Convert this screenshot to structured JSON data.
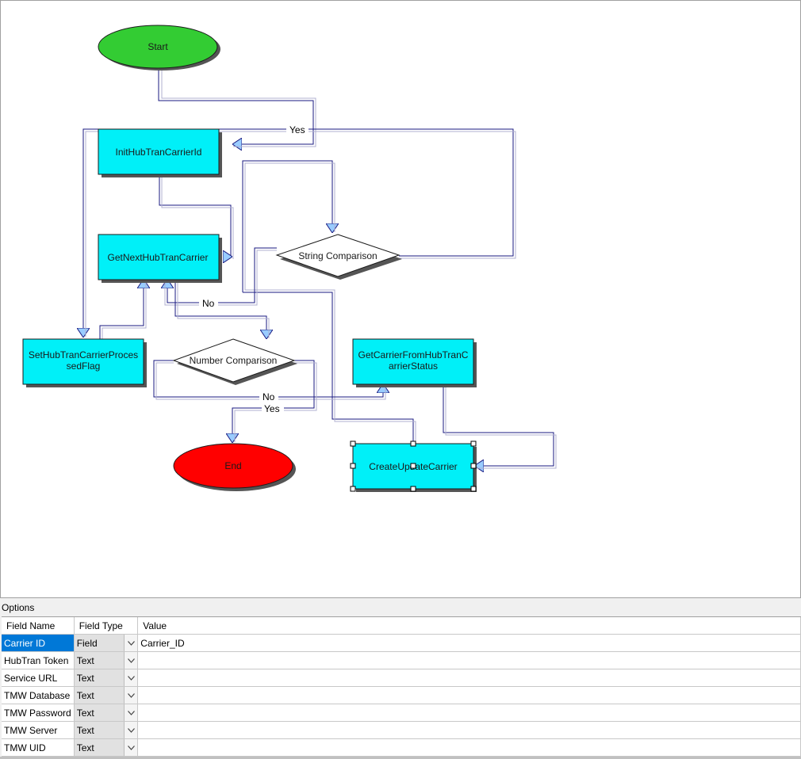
{
  "flowchart": {
    "nodes": {
      "start": "Start",
      "init": "InitHubTranCarrierId",
      "get_next": "GetNextHubTranCarrier",
      "string_comp": "String Comparison",
      "set_flag_line1": "SetHubTranCarrierProces",
      "set_flag_line2": "sedFlag",
      "number_comp": "Number Comparison",
      "get_carrier_line1": "GetCarrierFromHubTranC",
      "get_carrier_line2": "arrierStatus",
      "end": "End",
      "create_update": "CreateUpdateCarrier"
    },
    "edge_labels": {
      "yes_top": "Yes",
      "no_mid": "No",
      "no_bottom": "No",
      "yes_bottom": "Yes"
    },
    "colors": {
      "start": "#33cc33",
      "end": "#ff0000",
      "process": "#00f0f8",
      "edge": "#1a1a80",
      "arrow": "#99ccff"
    }
  },
  "options": {
    "title": "Options",
    "columns": [
      "Field Name",
      "Field Type",
      "Value"
    ],
    "rows": [
      {
        "name": "Carrier ID",
        "type": "Field",
        "value": "Carrier_ID"
      },
      {
        "name": "HubTran Token",
        "type": "Text",
        "value": ""
      },
      {
        "name": "Service URL",
        "type": "Text",
        "value": ""
      },
      {
        "name": "TMW Database",
        "type": "Text",
        "value": ""
      },
      {
        "name": "TMW Password",
        "type": "Text",
        "value": ""
      },
      {
        "name": "TMW Server",
        "type": "Text",
        "value": ""
      },
      {
        "name": "TMW UID",
        "type": "Text",
        "value": ""
      }
    ]
  }
}
